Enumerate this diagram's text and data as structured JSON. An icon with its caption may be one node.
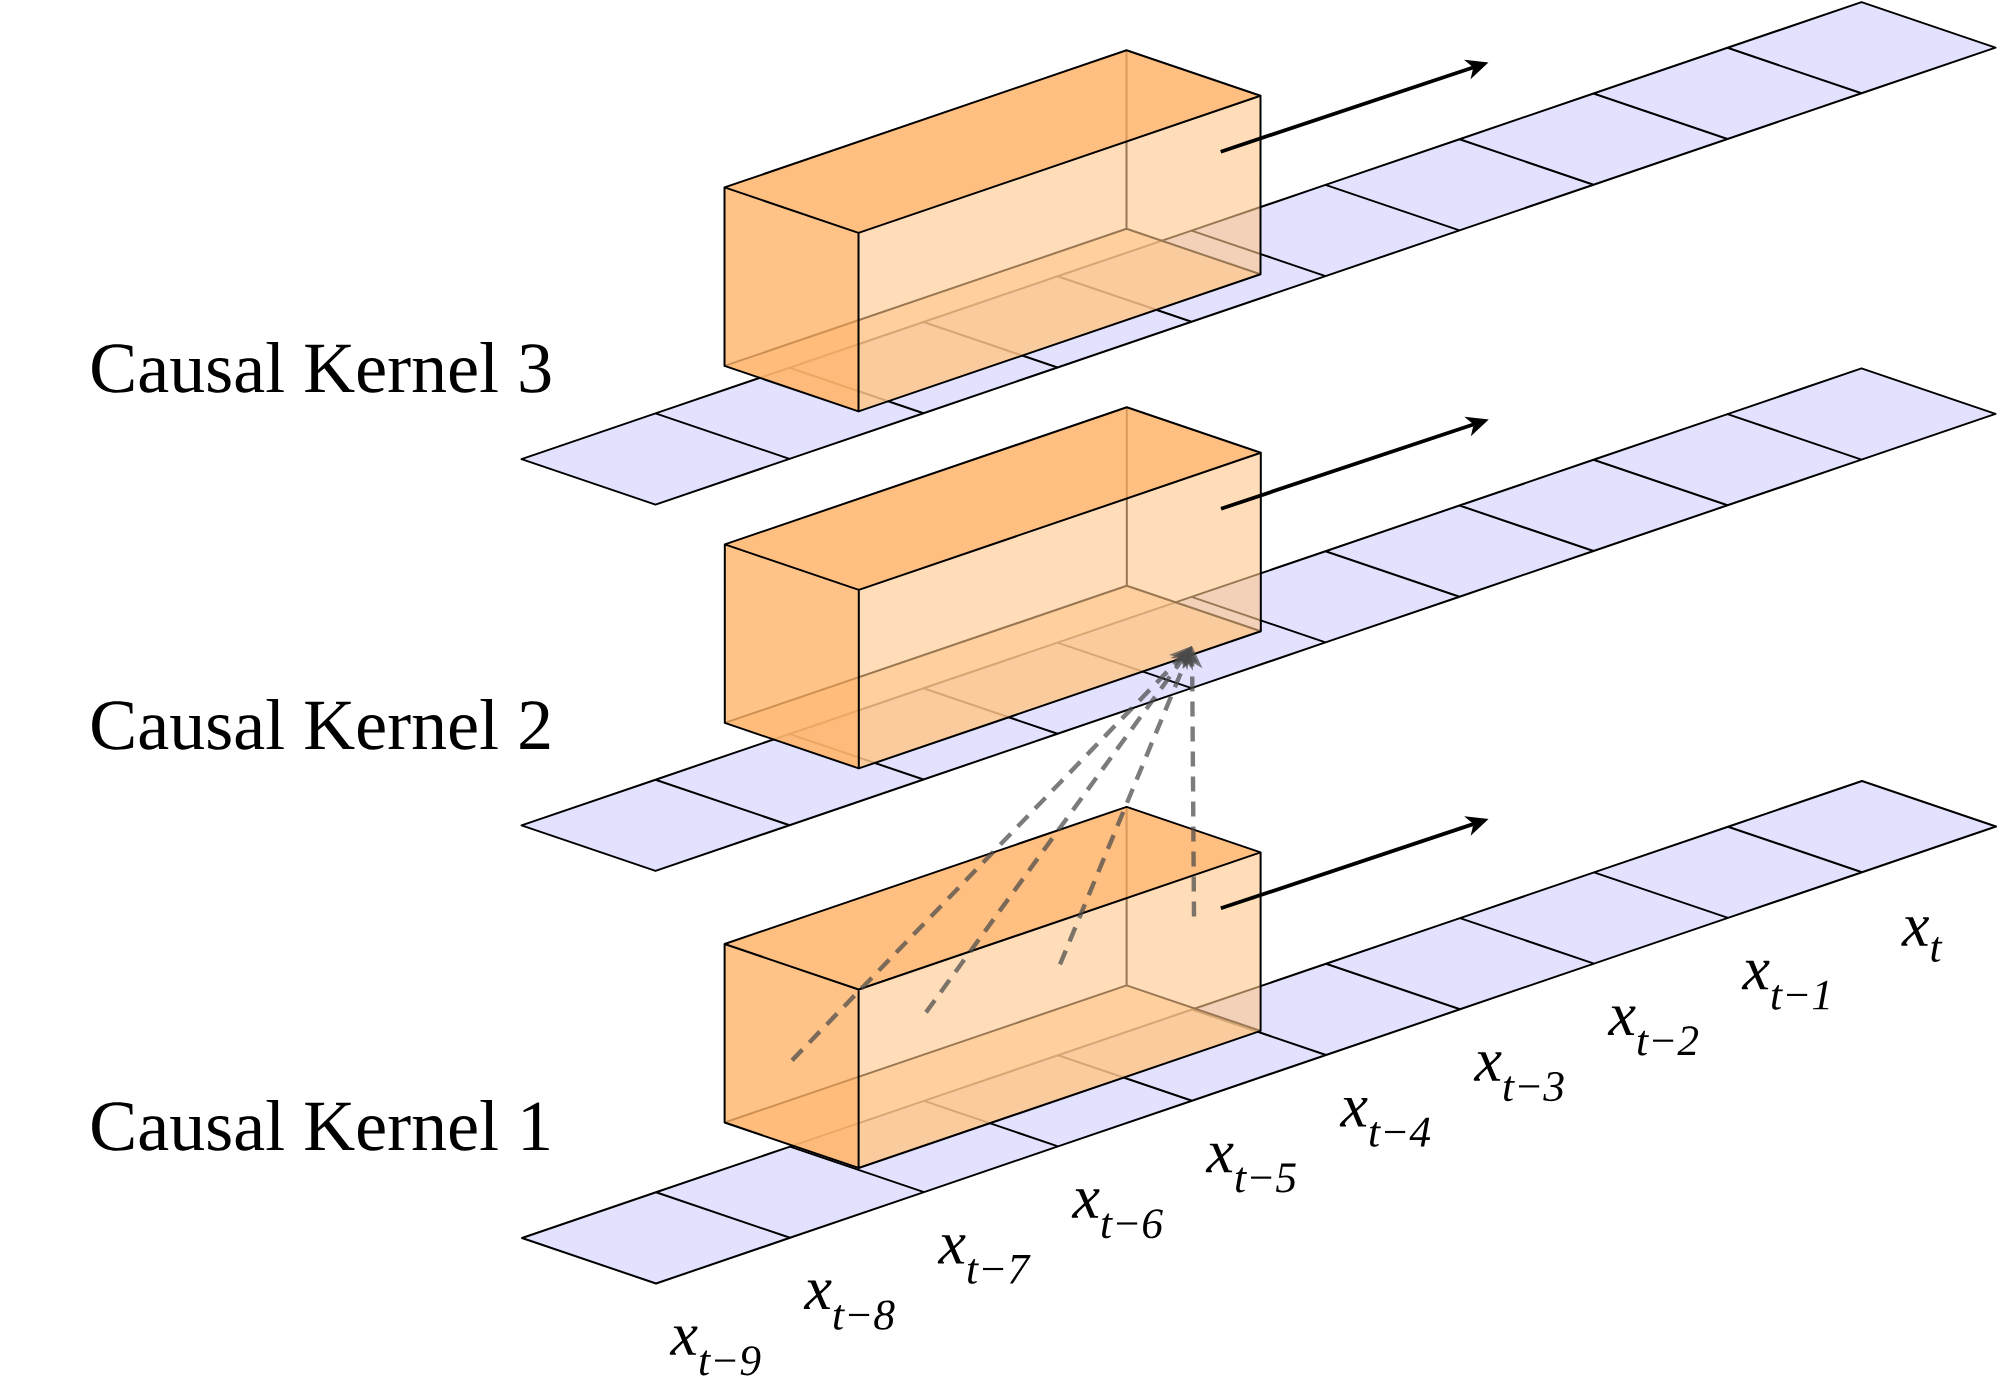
{
  "diagram": {
    "nodes": [
      {
        "text": [],
        "shape": "box",
        "beside": [
          "Causal Kernel 3"
        ]
      },
      {
        "text": [],
        "shape": "box",
        "beside": [
          "Causal Kernel 2"
        ]
      },
      {
        "text": [],
        "shape": "box",
        "beside": [
          "Causal Kernel 1"
        ]
      }
    ],
    "edges": [
      {
        "from": 0,
        "to": null,
        "arrow": "to",
        "color": "#000000"
      },
      {
        "from": 1,
        "to": null,
        "arrow": "to",
        "color": "#000000"
      },
      {
        "from": 2,
        "to": 1,
        "arrow": "to",
        "style": "dashed"
      },
      {
        "from": 2,
        "to": 1,
        "arrow": "to",
        "style": "dashed"
      },
      {
        "from": 2,
        "to": 1,
        "arrow": "to",
        "style": "dashed"
      },
      {
        "from": 2,
        "to": 1,
        "arrow": "to",
        "style": "dashed"
      },
      {
        "from": 2,
        "to": null,
        "arrow": "to",
        "color": "#000000"
      }
    ],
    "labels": [
      "x$_{t−9}$",
      "x$_{t−8}$",
      "x$_{t−7}$",
      "x$_{t−6}$",
      "x$_{t−5}$",
      "x$_{t−4}$",
      "x$_{t−3}$",
      "x$_{t−2}$",
      "x$_{t−1}$",
      "x$_{t}$"
    ]
  }
}
